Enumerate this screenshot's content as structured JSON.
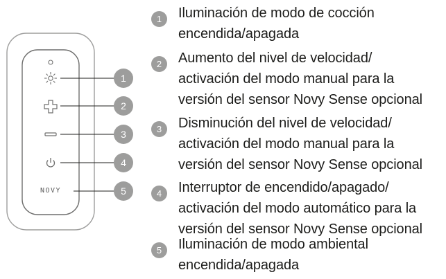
{
  "device": {
    "brand": "NOVY",
    "icons": [
      "light-icon",
      "plus-icon",
      "minus-icon",
      "power-icon"
    ]
  },
  "callouts": [
    "1",
    "2",
    "3",
    "4",
    "5"
  ],
  "legend": [
    {
      "number": "1",
      "lines": [
        "Iluminación de modo de cocción",
        "encendida/apagada"
      ]
    },
    {
      "number": "2",
      "lines": [
        "Aumento del nivel de velocidad/",
        "activación del modo manual para la",
        "versión del sensor Novy Sense opcional"
      ]
    },
    {
      "number": "3",
      "lines": [
        "Disminución del nivel de velocidad/",
        "activación del modo manual para la",
        "versión del sensor Novy Sense opcional"
      ]
    },
    {
      "number": "4",
      "lines": [
        "Interruptor de encendido/apagado/",
        "activación del modo automático para la",
        "versión del sensor Novy Sense opcional"
      ]
    },
    {
      "number": "5",
      "lines": [
        "Iluminación de modo ambiental",
        "encendida/apagada"
      ]
    }
  ]
}
